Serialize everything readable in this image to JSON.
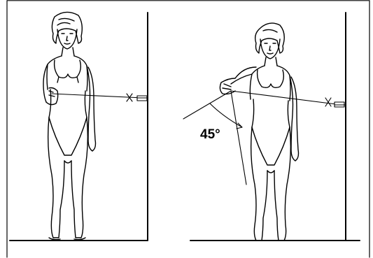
{
  "figure": {
    "angle_label": "45°"
  },
  "colors": {
    "ink": "#000000",
    "paper": "#ffffff"
  },
  "icons": {
    "left_figure": "standing-woman-arm-at-side",
    "right_figure": "standing-woman-arm-raised-45-degrees"
  }
}
